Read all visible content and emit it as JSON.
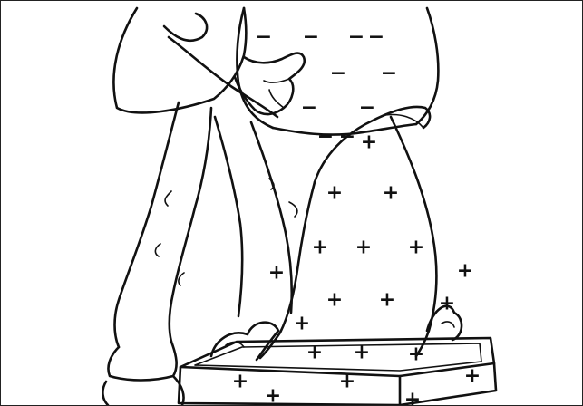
{
  "colors": {
    "ink": "#111111",
    "paper": "#ffffff"
  },
  "symbols": {
    "negative": "−",
    "positive": "+"
  },
  "illustration": {
    "subject": "person peeling a sheet off a tray of material",
    "counts": {
      "negative_marks": 10,
      "positive_marks": 20
    }
  }
}
